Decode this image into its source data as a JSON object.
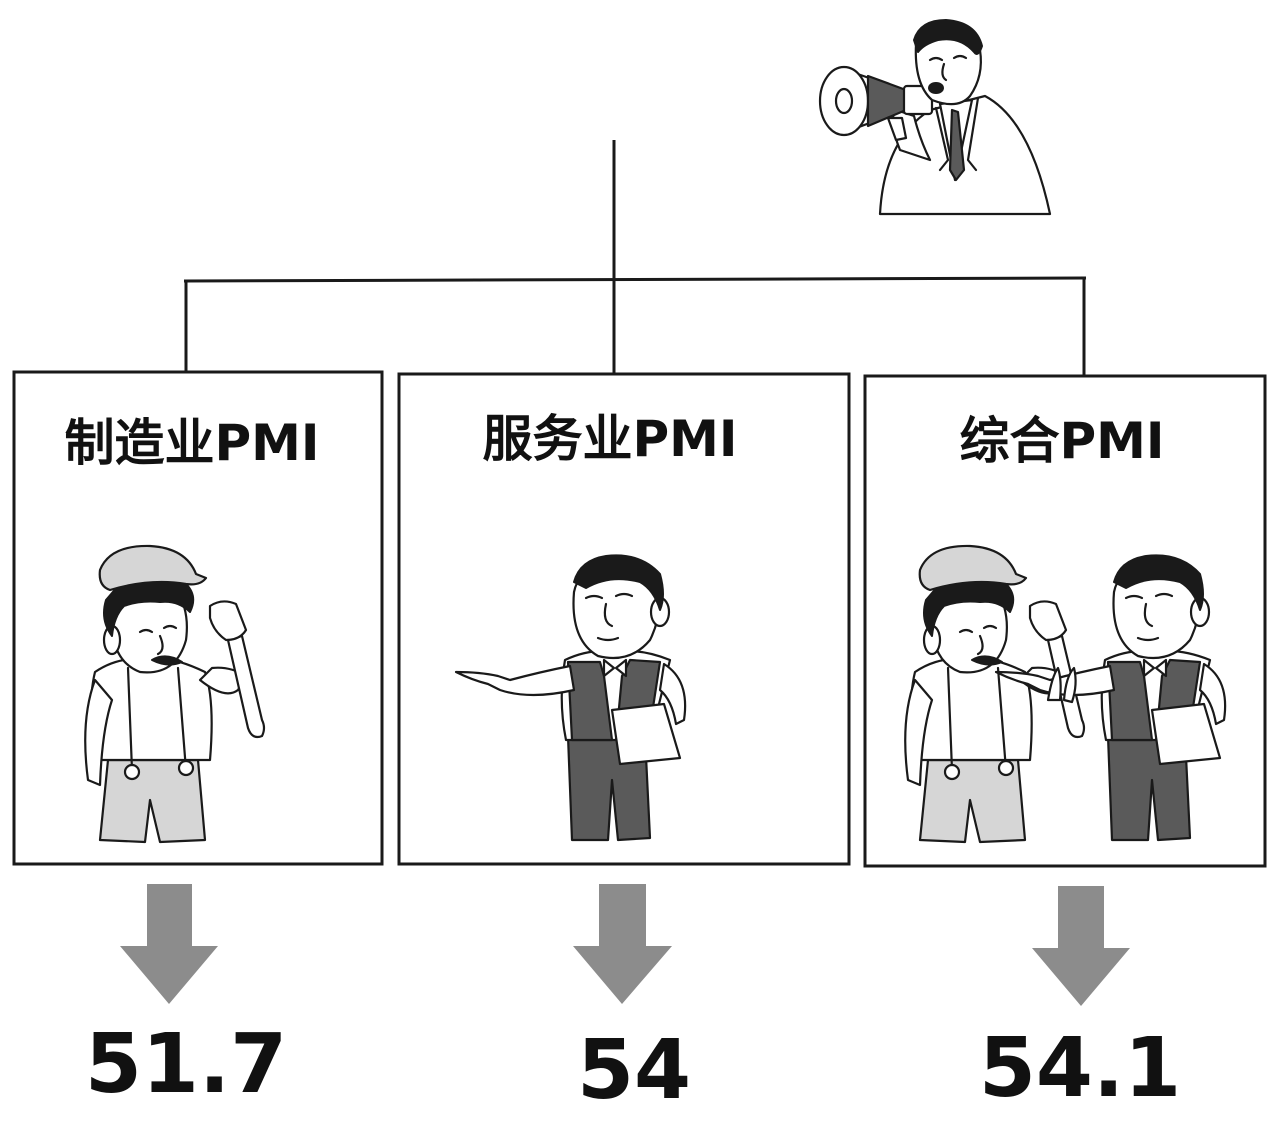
{
  "panels": [
    {
      "title": "制造业PMI",
      "value": "51.7",
      "figure": "mechanic-with-wrench"
    },
    {
      "title": "服务业PMI",
      "value": "54",
      "figure": "waiter-in-vest"
    },
    {
      "title": "综合PMI",
      "value": "54.1",
      "figure": "mechanic-and-waiter-high-five"
    }
  ],
  "top_figure": "man-with-megaphone",
  "colors": {
    "line": "#1a1a1a",
    "arrow": "#8c8c8c",
    "text": "#111111"
  }
}
